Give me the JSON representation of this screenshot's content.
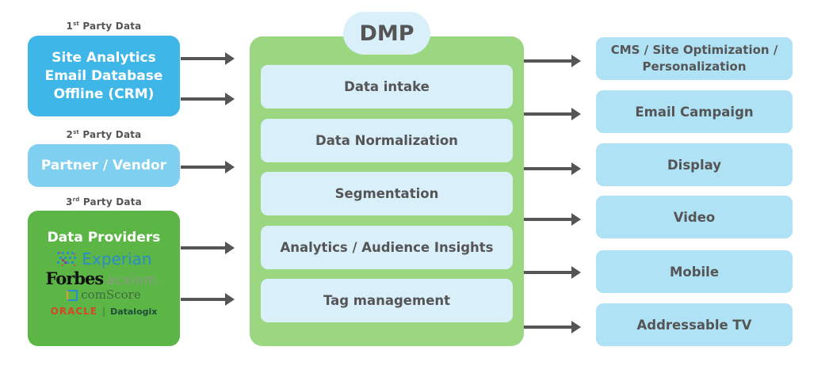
{
  "dmp": {
    "title": "DMP",
    "stages": [
      {
        "label": "Data intake"
      },
      {
        "label": "Data Normalization"
      },
      {
        "label": "Segmentation"
      },
      {
        "label": "Analytics / Audience Insights"
      },
      {
        "label": "Tag management"
      }
    ]
  },
  "sources": {
    "first_party": {
      "label_prefix": "1",
      "label_sup": "st",
      "label_suffix": " Party Data",
      "lines": [
        "Site Analytics",
        "Email Database",
        "Offline (CRM)"
      ]
    },
    "second_party": {
      "label_prefix": "2",
      "label_sup": "st",
      "label_suffix": " Party Data",
      "text": "Partner / Vendor"
    },
    "third_party": {
      "label_prefix": "3",
      "label_sup": "rd",
      "label_suffix": " Party Data",
      "header": "Data Providers",
      "logos": {
        "experian": "Experian",
        "forbes": "Forbes",
        "acxiom": "acxiom.",
        "comscore": "comScore",
        "oracle": "ORACLE",
        "divider": "|",
        "datalogix": "Datalogix"
      }
    }
  },
  "outputs": [
    {
      "line1": "CMS / Site Optimization /",
      "line2": "Personalization"
    },
    {
      "line1": "Email Campaign",
      "line2": ""
    },
    {
      "line1": "Display",
      "line2": ""
    },
    {
      "line1": "Video",
      "line2": ""
    },
    {
      "line1": "Mobile",
      "line2": ""
    },
    {
      "line1": "Addressable TV",
      "line2": ""
    }
  ],
  "colors": {
    "first_party": "#3fb6e8",
    "second_party": "#7fcff1",
    "third_party": "#5cb646",
    "dmp_container": "#9bd680",
    "dmp_stage": "#d9effa",
    "output": "#b0e2f6",
    "arrow": "#555555",
    "text": "#555555"
  }
}
